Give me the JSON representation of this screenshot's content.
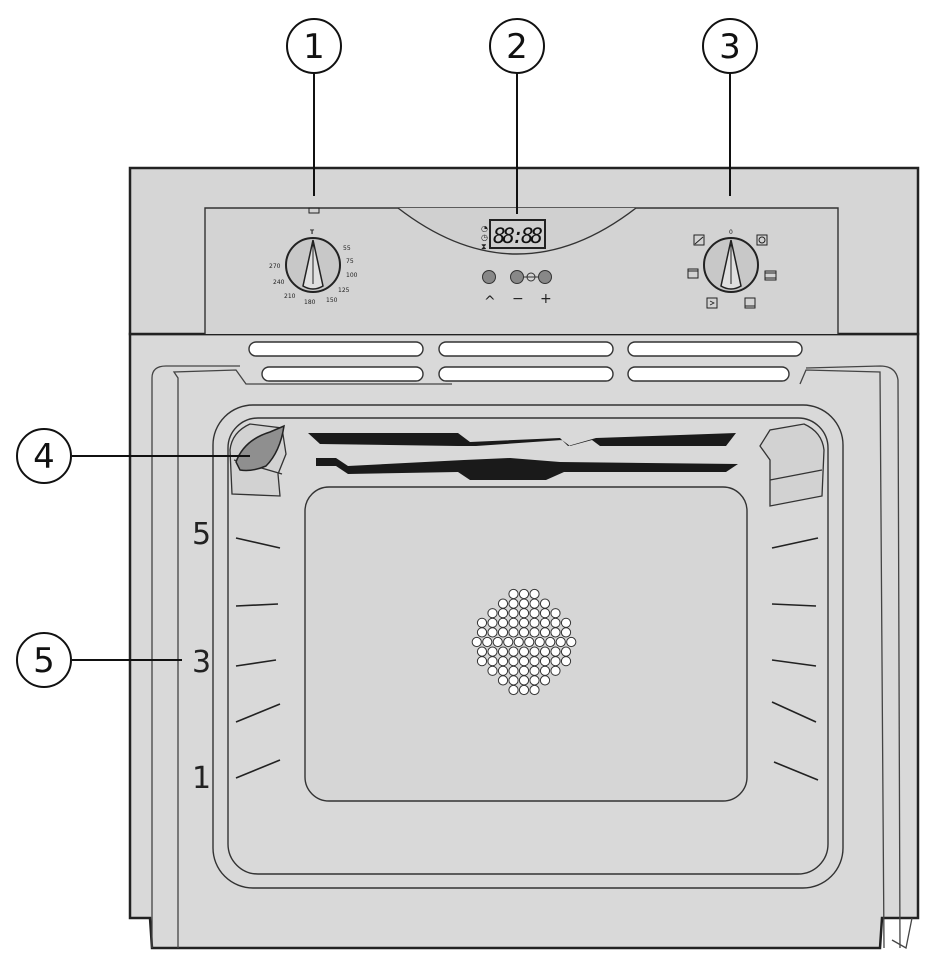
{
  "callouts": {
    "c1": "1",
    "c2": "2",
    "c3": "3",
    "c4": "4",
    "c5": "5"
  },
  "shelf_levels": {
    "top": "5",
    "middle": "3",
    "bottom": "1"
  },
  "temperature_dial": {
    "symbol": "T",
    "marks": [
      "55",
      "75",
      "100",
      "125",
      "150",
      "180",
      "210",
      "240",
      "270"
    ]
  },
  "timer_display": {
    "value": "88:88"
  },
  "buttons": {
    "up": "^",
    "minus": "−",
    "plus": "+"
  },
  "function_dial": {
    "off_label": "0"
  },
  "colors": {
    "body": "#d8d8d8",
    "panel": "#d4d4d4",
    "outline": "#222222"
  }
}
